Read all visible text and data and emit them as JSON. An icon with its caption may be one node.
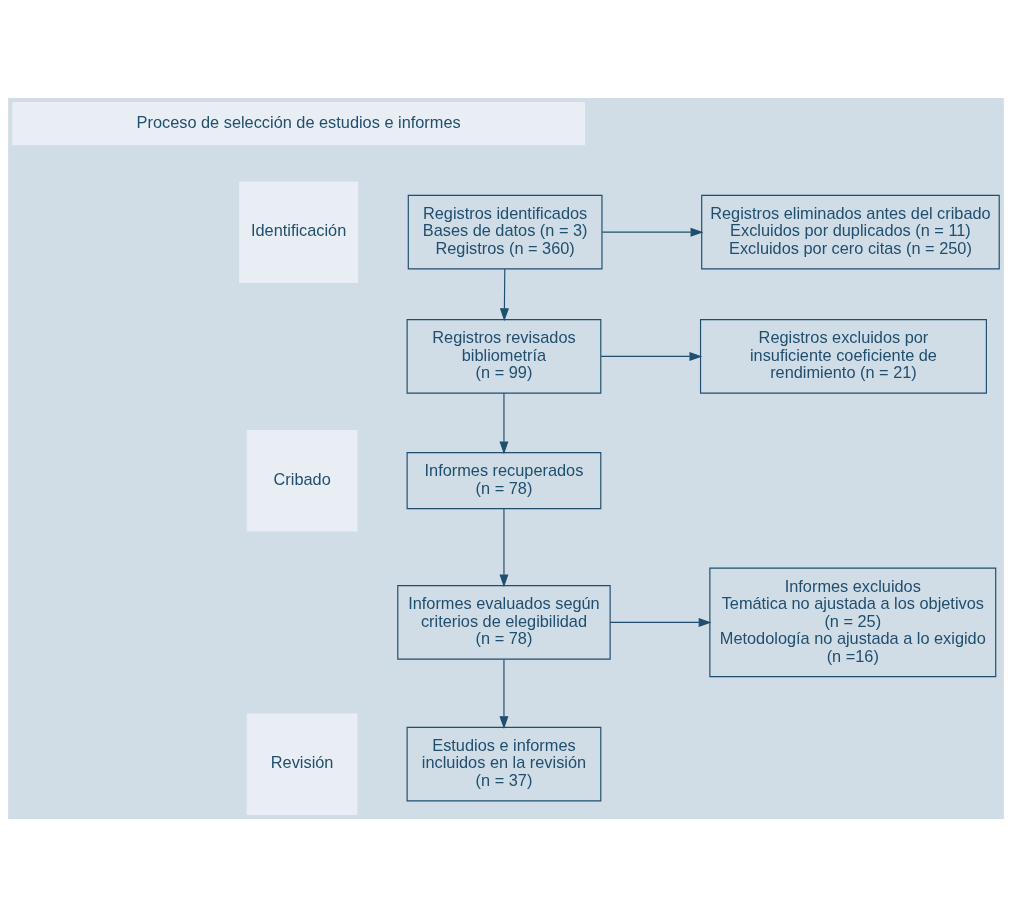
{
  "diagram": {
    "nodes": [
      {
        "text": [
          "Proceso de selección de estudios e informes"
        ]
      },
      {
        "text": [
          "Identificación"
        ]
      },
      {
        "text": [
          "Registros identificados",
          "Bases de datos (n = 3)",
          "Registros (n = 360)"
        ]
      },
      {
        "text": [
          "Registros eliminados antes del cribado",
          "Excluidos por duplicados (n = 11)",
          "Excluidos por cero citas (n = 250)"
        ]
      },
      {
        "text": [
          "Cribado"
        ]
      },
      {
        "text": [
          "Registros revisados bibliometría",
          "(n = 99)"
        ]
      },
      {
        "text": [
          "Registros excluidos por insuficiente coeficiente de rendimiento (n = 21)"
        ]
      },
      {
        "text": [
          "Informes recuperados",
          "(n = 78)"
        ]
      },
      {
        "text": [
          "Informes evaluados según criterios de elegibilidad",
          "(n = 78)"
        ]
      },
      {
        "text": [
          "Informes excluidos",
          "Temática no ajustada a los objetivos",
          "(n = 25)",
          "Metodología no ajustada a lo exigido",
          "(n =16)"
        ]
      },
      {
        "text": [
          "Revisión"
        ]
      },
      {
        "text": [
          "Estudios e informes incluidos en la revisión",
          "(n = 37)"
        ]
      }
    ],
    "edges": [
      {
        "from": 2,
        "to": 3,
        "arrow": "to"
      },
      {
        "from": 2,
        "to": 5,
        "arrow": "to"
      },
      {
        "from": 5,
        "to": 6,
        "arrow": "to"
      },
      {
        "from": 5,
        "to": 7,
        "arrow": "to"
      },
      {
        "from": 7,
        "to": 8,
        "arrow": "to"
      },
      {
        "from": 8,
        "to": 9,
        "arrow": "to"
      },
      {
        "from": 8,
        "to": 11,
        "arrow": "to"
      }
    ]
  }
}
